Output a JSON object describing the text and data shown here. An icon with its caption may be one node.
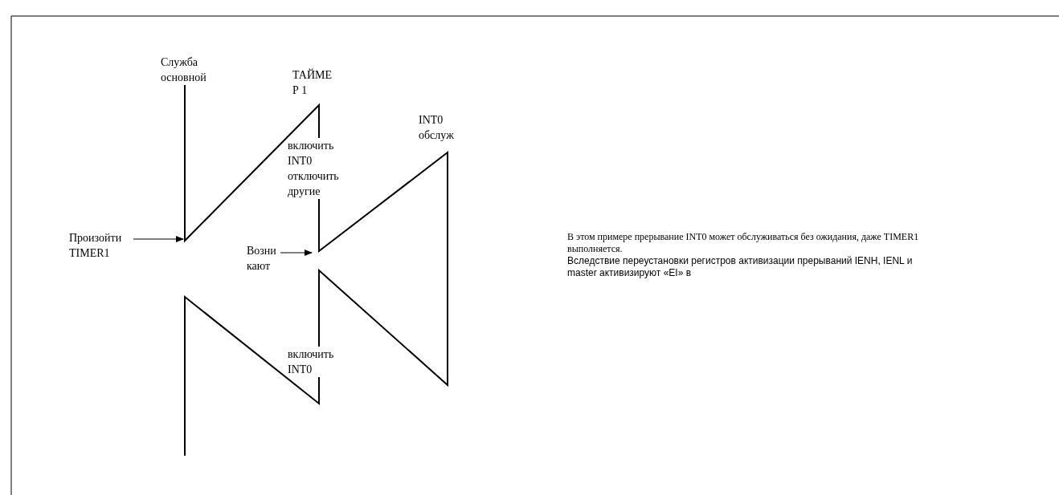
{
  "diagram": {
    "nodes": [
      {
        "text": [
          "Произойти TIMER1"
        ]
      },
      {
        "text": [
          "Возни кают"
        ]
      }
    ],
    "edges": [
      {
        "from": 0,
        "to": null,
        "arrow": "to"
      },
      {
        "from": 1,
        "to": null,
        "arrow": "to"
      }
    ],
    "labels": [
      "Служба основной",
      "ТАЙМЕ Р 1",
      "INT0 обслуж",
      "включить INT0 отключить другие",
      "В этом примере прерывание INT0 может обслуживаться без ожидания, даже TIMER1 выполняется.",
      "Вследствие переустановки регистров активизации прерываний IENH, IENL  и master активизируют «EI» в",
      "включить INT0"
    ]
  }
}
